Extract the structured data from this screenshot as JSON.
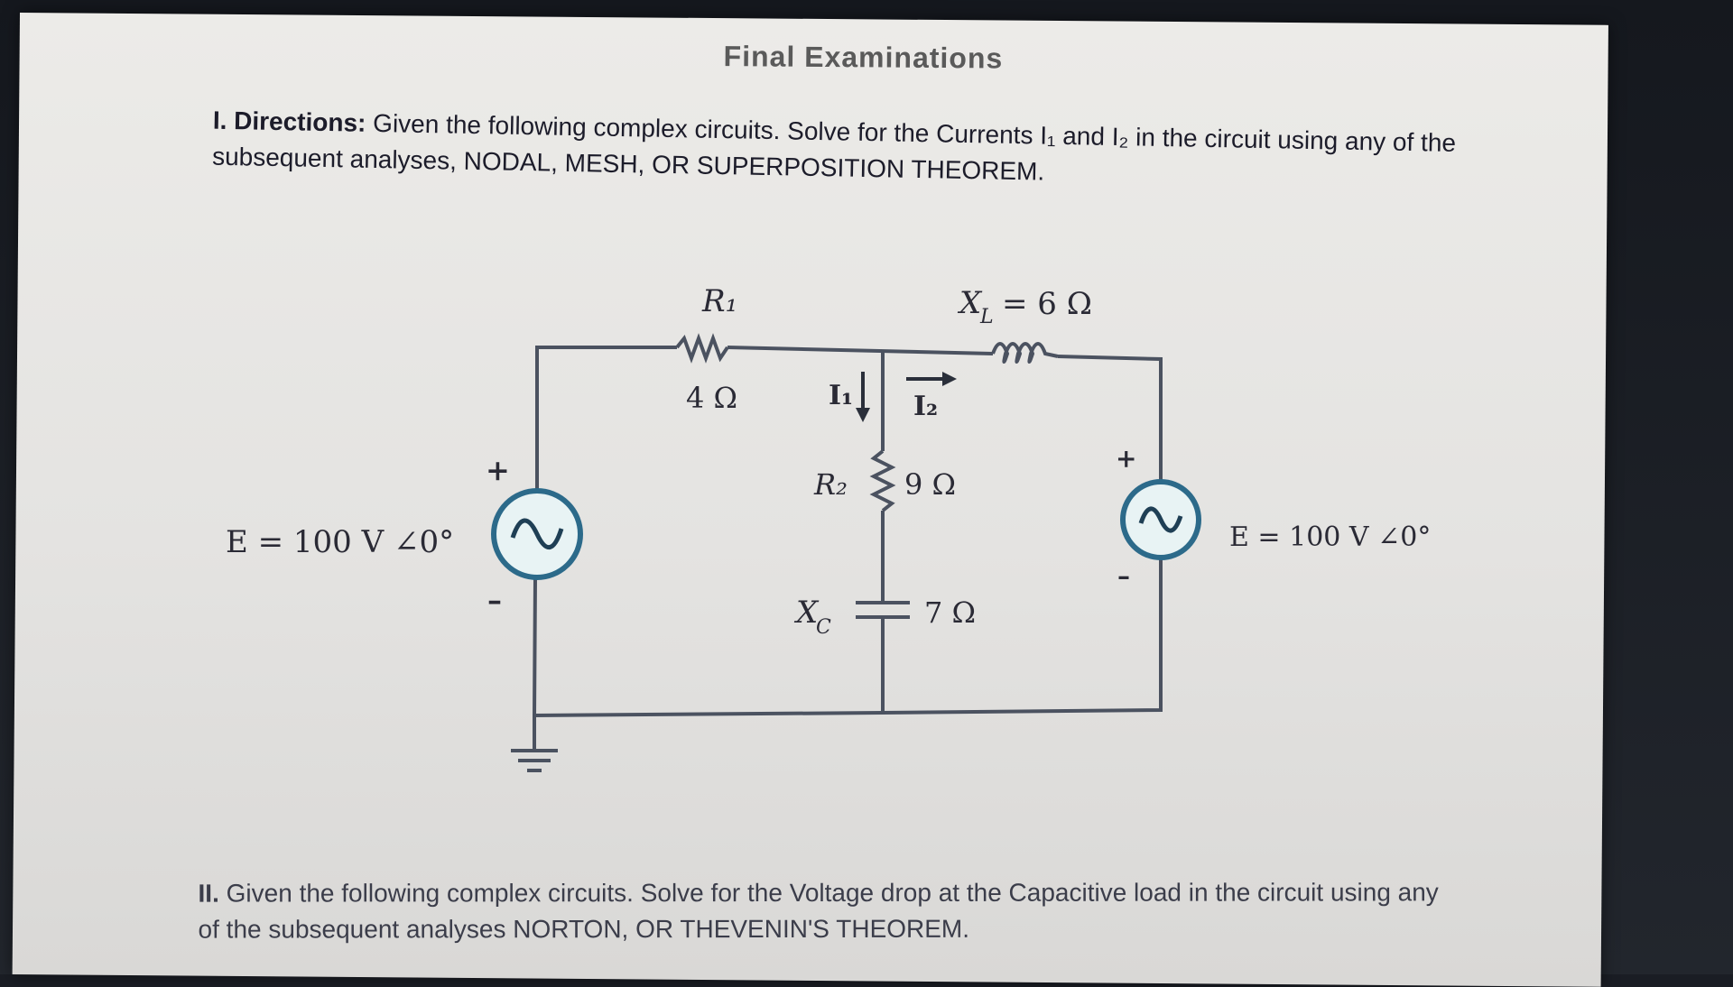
{
  "document": {
    "title": "Final Examinations",
    "part1": {
      "label": "I. Directions:",
      "text": "Given the following complex circuits. Solve for the Currents I₁ and I₂ in the circuit using any of the subsequent analyses, NODAL, MESH, OR SUPERPOSITION THEOREM."
    },
    "part2": {
      "number": "II.",
      "text": "Given the following complex circuits. Solve for the Voltage drop at the Capacitive load in the circuit using any of the subsequent analyses NORTON, OR THEVENIN'S THEOREM."
    }
  },
  "circuit": {
    "r1_label": "R₁",
    "r1_value": "4 Ω",
    "xl_label": "X",
    "xl_sub": "L",
    "xl_value": "= 6 Ω",
    "r2_label": "R₂",
    "r2_value": "9 Ω",
    "xc_label": "X",
    "xc_sub": "C",
    "xc_value": "7 Ω",
    "i1_label": "I₁",
    "i2_label": "I₂",
    "source_left_label": "E = 100 V ∠0°",
    "source_right_label": "E = 100 V ∠0°",
    "plus": "+",
    "minus": "–",
    "colors": {
      "wire": "#4b5260",
      "source_ring": "#2c6a8a"
    }
  }
}
